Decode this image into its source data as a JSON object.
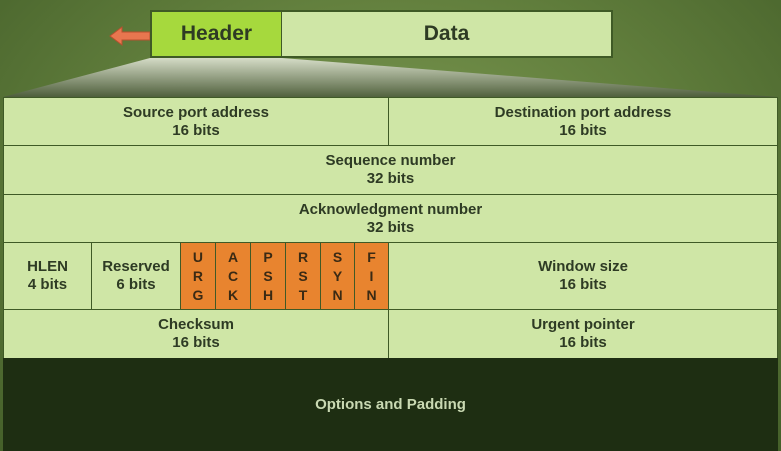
{
  "segment": {
    "header_label": "Header",
    "data_label": "Data"
  },
  "rows": {
    "source_port": {
      "label": "Source port address",
      "bits": "16 bits"
    },
    "dest_port": {
      "label": "Destination port address",
      "bits": "16 bits"
    },
    "sequence": {
      "label": "Sequence number",
      "bits": "32 bits"
    },
    "ack": {
      "label": "Acknowledgment number",
      "bits": "32 bits"
    },
    "hlen": {
      "label": "HLEN",
      "bits": "4 bits"
    },
    "reserved": {
      "label": "Reserved",
      "bits": "6 bits"
    },
    "flags": [
      {
        "letters": [
          "U",
          "R",
          "G"
        ]
      },
      {
        "letters": [
          "A",
          "C",
          "K"
        ]
      },
      {
        "letters": [
          "P",
          "S",
          "H"
        ]
      },
      {
        "letters": [
          "R",
          "S",
          "T"
        ]
      },
      {
        "letters": [
          "S",
          "Y",
          "N"
        ]
      },
      {
        "letters": [
          "F",
          "I",
          "N"
        ]
      }
    ],
    "window": {
      "label": "Window size",
      "bits": "16 bits"
    },
    "checksum": {
      "label": "Checksum",
      "bits": "16 bits"
    },
    "urgent": {
      "label": "Urgent pointer",
      "bits": "16 bits"
    },
    "options": {
      "label": "Options and Padding"
    }
  },
  "colors": {
    "cell": "#cfe6a6",
    "header_highlight": "#a6d93d",
    "flag": "#e8842f",
    "arrow": "#e8764f",
    "options_bg": "#1e2e12"
  },
  "icons": {
    "arrow": "arrow-left-icon"
  }
}
